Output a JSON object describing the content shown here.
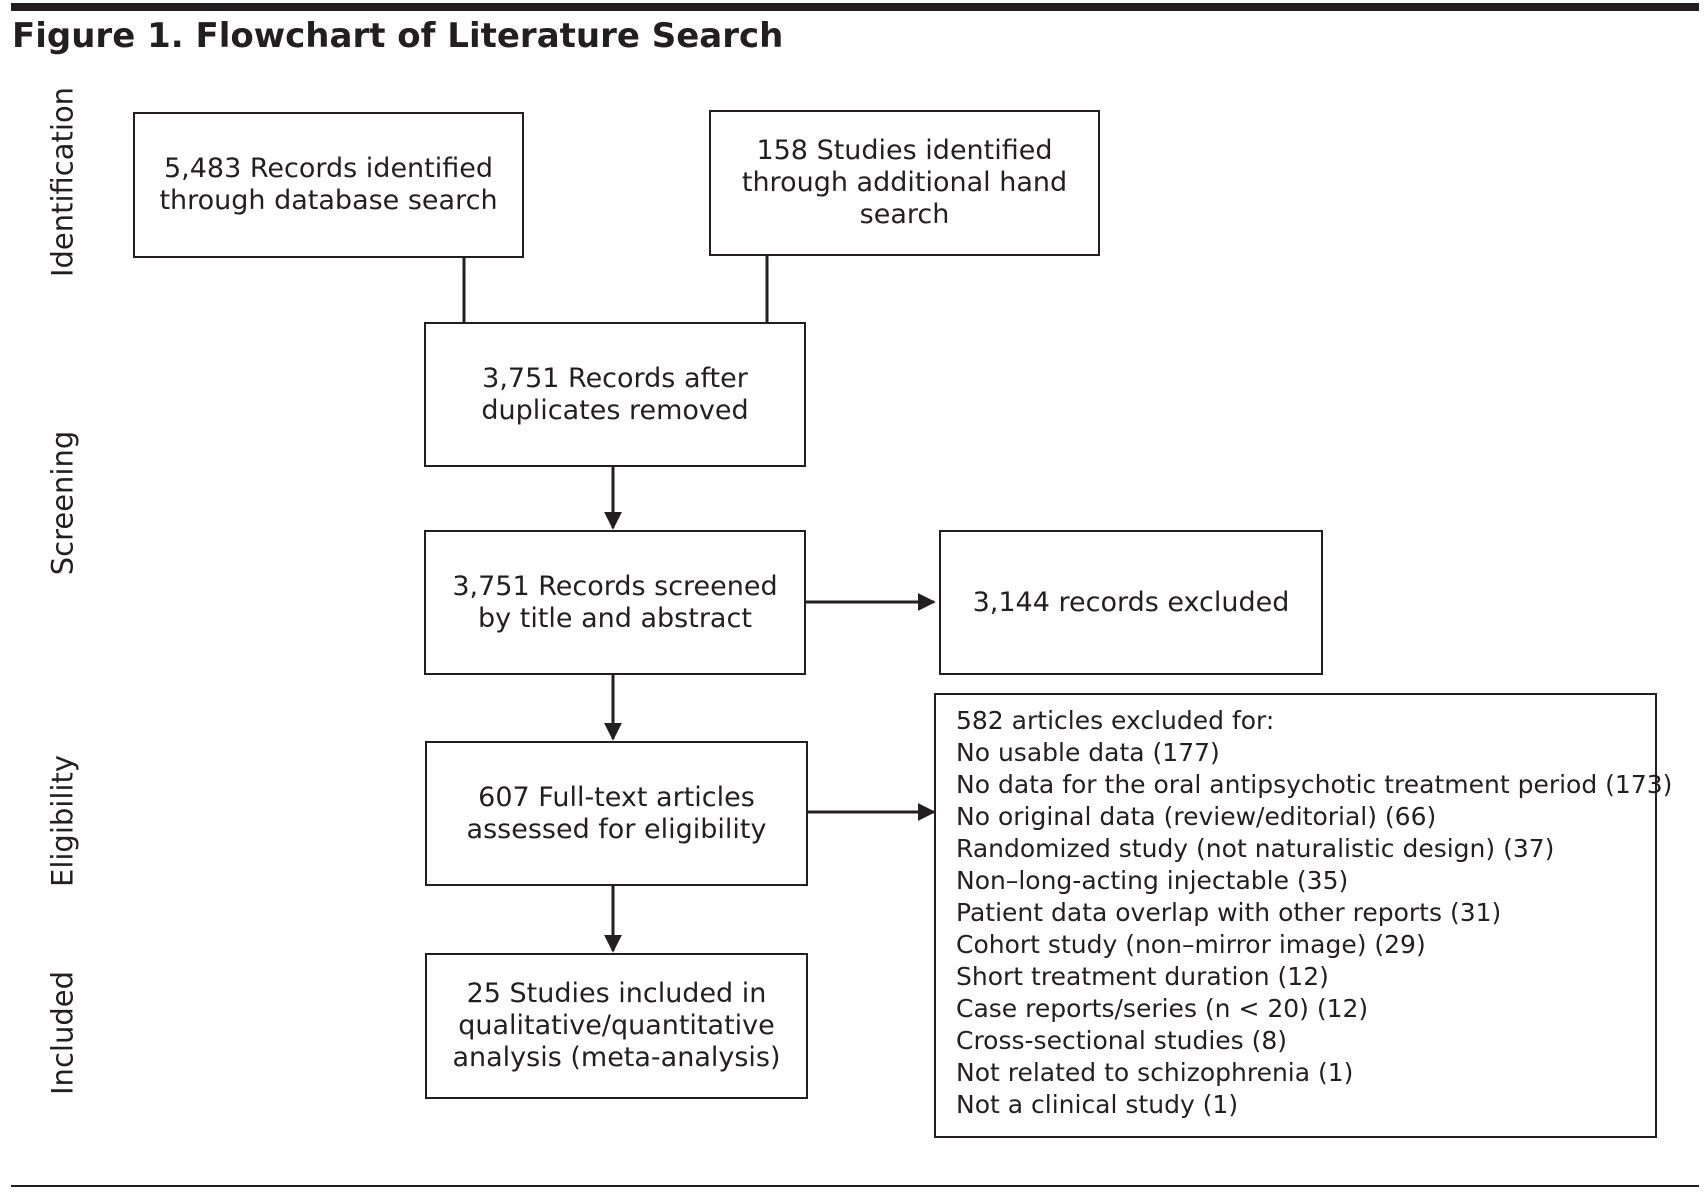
{
  "figure_title": "Figure 1. Flowchart of Literature Search",
  "stages": {
    "identification": "Identification",
    "screening": "Screening",
    "eligibility": "Eligibility",
    "included": "Included"
  },
  "boxes": {
    "database_search": "5,483 Records identified\nthrough database search",
    "hand_search": "158 Studies identified\nthrough additional hand\nsearch",
    "duplicates_removed": "3,751 Records after\nduplicates removed",
    "screened": "3,751 Records screened\nby title and abstract",
    "records_excluded": "3,144 records excluded",
    "full_text": "607 Full-text articles\nassessed for eligibility",
    "included": "25 Studies included in\nqualitative/quantitative\nanalysis (meta-analysis)"
  },
  "exclusions": {
    "header": "582 articles excluded for:",
    "reasons": [
      "No usable data (177)",
      "No data for the oral antipsychotic treatment period (173)",
      "No original data (review/editorial) (66)",
      "Randomized study (not naturalistic design) (37)",
      "Non–long-acting injectable (35)",
      "Patient data overlap with other reports (31)",
      "Cohort study (non–mirror image) (29)",
      "Short treatment duration (12)",
      "Case reports/series (n < 20) (12)",
      "Cross-sectional studies (8)",
      "Not related to schizophrenia (1)",
      "Not a clinical study (1)"
    ]
  },
  "colors": {
    "ink": "#231f20",
    "background": "#ffffff"
  }
}
